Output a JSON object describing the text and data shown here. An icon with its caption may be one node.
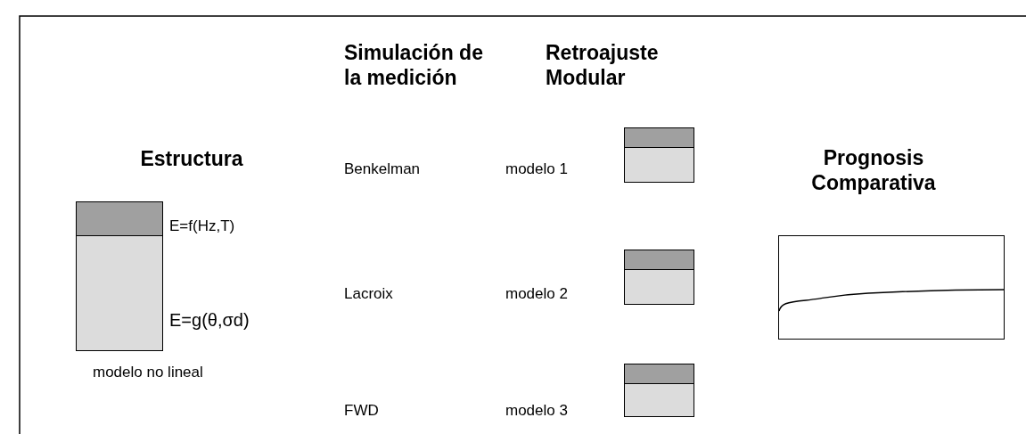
{
  "diagram": {
    "nodes": [
      {
        "text": [],
        "shape": "box",
        "beside": [
          "E=f(Hz,T)",
          "E=g(θ,σd)",
          "modelo no lineal"
        ]
      },
      {
        "text": [],
        "shape": "box"
      },
      {
        "text": [],
        "shape": "box"
      },
      {
        "text": [],
        "shape": "box"
      },
      {
        "text": [],
        "shape": "box"
      }
    ],
    "labels": [
      "Simulación de la medición",
      "Retroajuste Modular",
      "Estructura",
      "Benkelman",
      "modelo 1",
      "Prognosis Comparativa",
      "Lacroix",
      "modelo 2",
      "FWD",
      "modelo 3"
    ]
  }
}
